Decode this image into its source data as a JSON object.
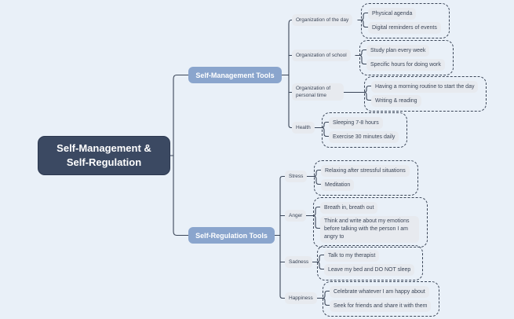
{
  "colors": {
    "background": "#e9f0f8",
    "root_fill": "#3b4962",
    "branch_fill": "#8aa5cd",
    "node_fill": "#e7eaef",
    "line_and_text": "#3b4658",
    "root_text": "#ffffff"
  },
  "root": {
    "line1": "Self-Management &",
    "line2": "Self-Regulation"
  },
  "branches": [
    {
      "label": "Self-Management Tools",
      "children": [
        {
          "label": "Organization of the day",
          "leaves": [
            "Physical agenda",
            "Digital reminders of events"
          ]
        },
        {
          "label": "Organization of school",
          "leaves": [
            "Study plan every week",
            "Specific hours for doing work"
          ]
        },
        {
          "label": "Organization of personal time",
          "leaves": [
            "Having a morning routine to start the day",
            "Writing & reading"
          ]
        },
        {
          "label": "Health",
          "leaves": [
            "Sleeping 7-8 hours",
            "Exercise 30 minutes daily"
          ]
        }
      ]
    },
    {
      "label": "Self-Regulation Tools",
      "children": [
        {
          "label": "Stress",
          "leaves": [
            "Relaxing after stressful situations",
            "Meditation"
          ]
        },
        {
          "label": "Anger",
          "leaves": [
            "Breath in, breath out",
            "Think and write about my emotions before talking with the person I am angry to"
          ]
        },
        {
          "label": "Sadness",
          "leaves": [
            "Talk to my therapist",
            "Leave my bed and DO NOT sleep"
          ]
        },
        {
          "label": "Happiness",
          "leaves": [
            "Celebrate whatever I am happy about",
            "Seek for friends and share it with them"
          ]
        }
      ]
    }
  ]
}
